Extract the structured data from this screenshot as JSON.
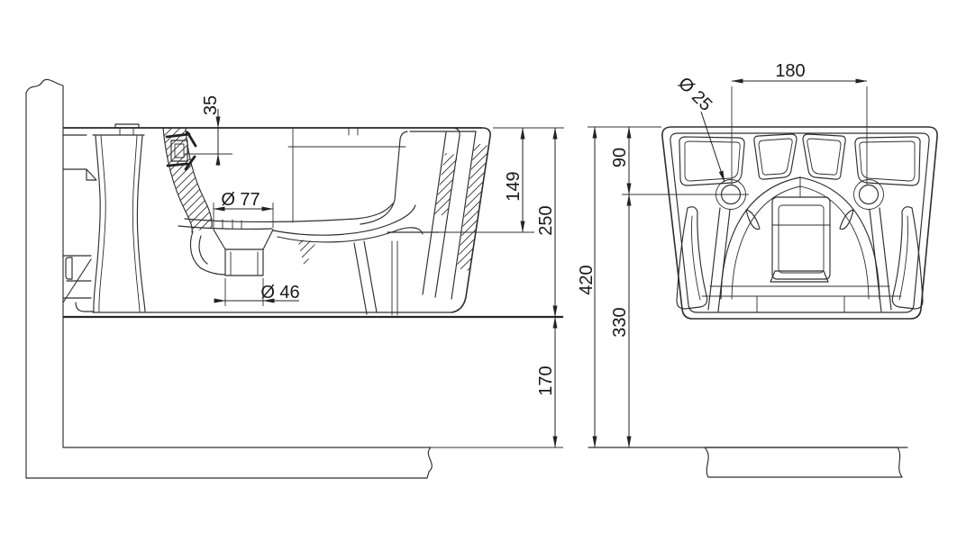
{
  "colors": {
    "line": "#2e2e2e",
    "dimension_line": "#222222",
    "background": "#ffffff"
  },
  "views": {
    "side_section": {
      "dimensions": {
        "rim_to_tap_hole": "35",
        "bowl_recess_diameter": "Ø 77",
        "waste_outlet_diameter": "Ø 46",
        "rim_to_shelf": "149",
        "rim_to_underside": "250",
        "underside_to_floor": "170"
      }
    },
    "rear": {
      "dimensions": {
        "fixing_hole_spacing": "180",
        "fixing_hole_diameter": "Ø 25",
        "rim_to_hole_axis": "90",
        "hole_axis_to_floor": "330",
        "rim_to_floor": "420"
      }
    }
  }
}
